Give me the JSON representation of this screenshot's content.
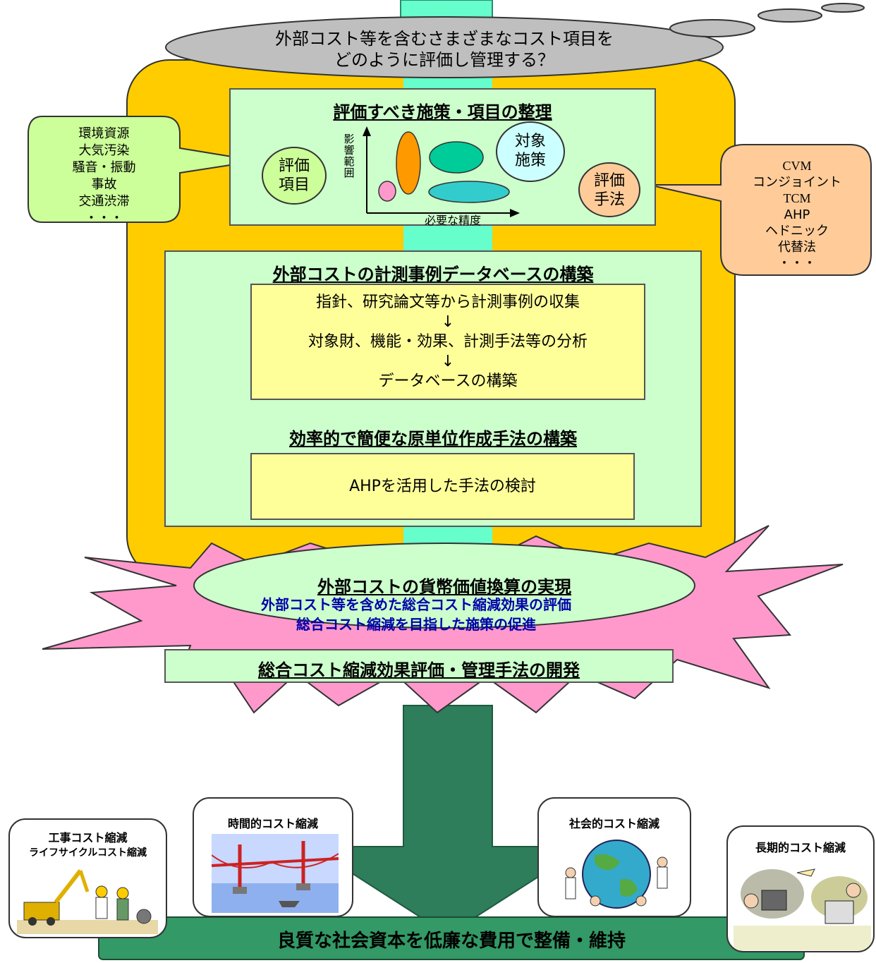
{
  "cloud": {
    "line1": "外部コスト等を含むさまざまなコスト項目を",
    "line2": "どのように評価し管理する？"
  },
  "section_organize": {
    "title": "評価すべき施策・項目の整理",
    "eval_items": "評価\n項目",
    "target_measures": "対象\n施策",
    "eval_methods": "評価\n手法",
    "y_axis": "影響範囲",
    "x_axis": "必要な精度"
  },
  "callout_left": [
    "環境資源",
    "大気汚染",
    "騒音・振動",
    "事故",
    "交通渋滞",
    "・・・"
  ],
  "callout_right": [
    "CVM",
    "コンジョイント",
    "TCM",
    "AHP",
    "ヘドニック",
    "代替法",
    "・・・"
  ],
  "section_db": {
    "title": "外部コストの計測事例データベースの構築",
    "step1": "指針、研究論文等から計測事例の収集",
    "arrow1": "↓",
    "step2": "対象財、機能・効果、計測手法等の分析",
    "arrow2": "↓",
    "step3": "データベースの構築",
    "title2": "効率的で簡便な原単位作成手法の構築",
    "ahp": "AHPを活用した手法の検討"
  },
  "ellipse": "外部コストの貨幣価値換算の実現",
  "dev_bar": "総合コスト縮減効果評価・管理手法の開発",
  "burst": {
    "line1": "外部コスト等を含めた総合コスト縮減効果の評価",
    "line2": "総合コスト縮減を目指した施策の促進"
  },
  "cards": {
    "construction": {
      "line1": "工事コスト縮減",
      "line2": "ライフサイクルコスト縮減"
    },
    "time": "時間的コスト縮減",
    "social": "社会的コスト縮減",
    "longterm": "長期的コスト縮減"
  },
  "bottom": "良質な社会資本を低廉な費用で整備・維持",
  "colors": {
    "orange_panel": "#ffcc00",
    "green_panel": "#ccffcc",
    "yellow_box": "#ffff99",
    "arrow": "#2e7d5b",
    "burst": "#ff99cc",
    "burst_text": "#0000aa",
    "cloud": "#bfbfbf"
  }
}
